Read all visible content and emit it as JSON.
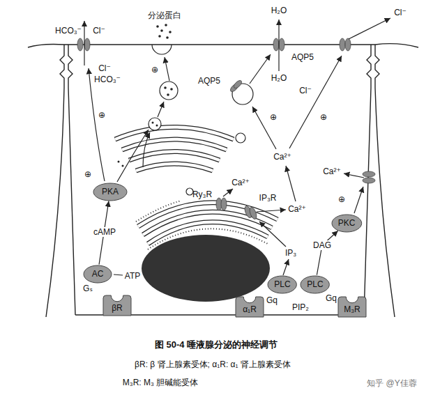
{
  "diagram": {
    "caption": "图 50-4 唾液腺分泌的神经调节",
    "nodes": [
      {
        "text": [
          "PKA"
        ]
      },
      {
        "text": [
          "PKC"
        ]
      },
      {
        "text": [
          "AC"
        ]
      },
      {
        "text": [
          "PLC"
        ]
      },
      {
        "text": [
          "PLC"
        ]
      },
      {
        "text": [
          "βR"
        ]
      },
      {
        "text": [
          "α₁R"
        ]
      },
      {
        "text": [
          "M₃R"
        ]
      }
    ],
    "edges": [
      {
        "from": 2,
        "to": 0,
        "label": "cAMP",
        "arrow": "to"
      },
      {
        "from": 4,
        "to": 1,
        "label": "DAG",
        "arrow": "to"
      }
    ],
    "labels": [
      "HCO₃⁻",
      "Cl⁻",
      "分泌蛋白",
      "H₂O",
      "Cl⁻",
      "Cl⁻",
      "HCO₃⁻",
      "⊕",
      "⊕",
      "AQP5",
      "H₂O",
      "AQP5",
      "⊕",
      "⊕",
      "Cl⁻",
      "Ca²⁺",
      "Ca²⁺",
      "⊕",
      "⊕",
      "Ry₃R",
      "Ca²⁺",
      "IP₃R",
      "Ca²⁺",
      "IP₃",
      "ATP",
      "Gₛ",
      "Gq",
      "Gq",
      "PIP₂",
      "βR: β 肾上腺素受体; α₁R: α₁ 肾上腺素受体",
      "M₃R: M₃ 胆碱能受体",
      "知乎 @Y佳蓉"
    ]
  }
}
